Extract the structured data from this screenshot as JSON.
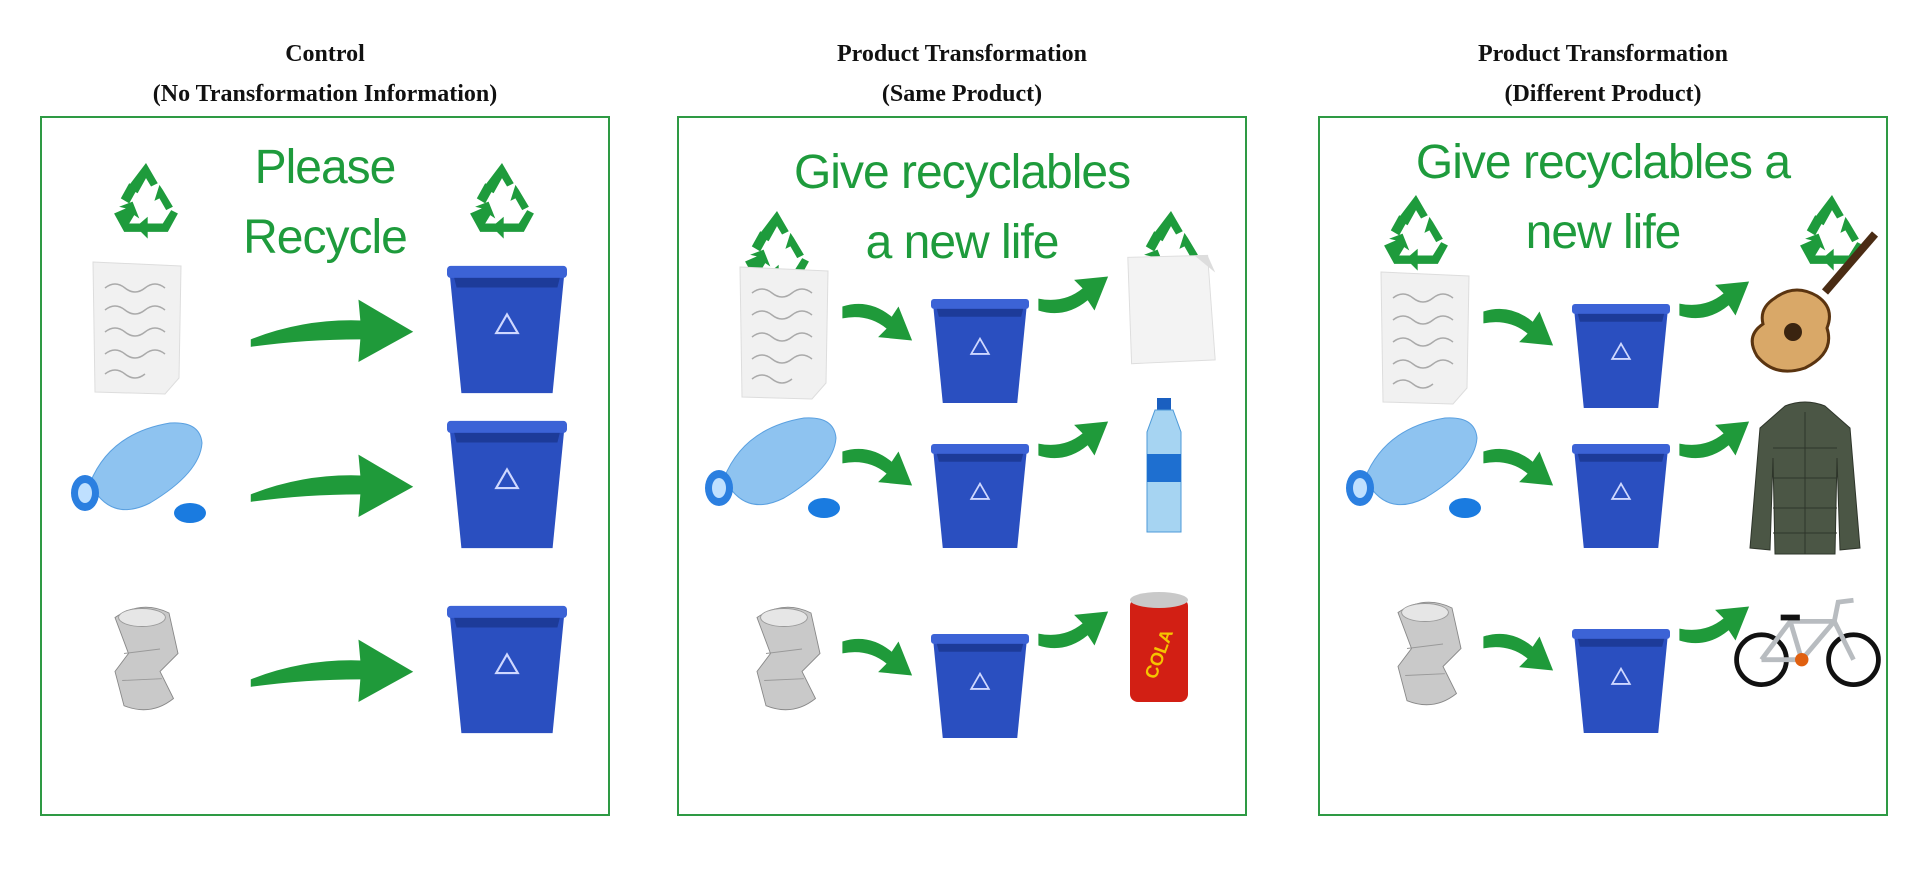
{
  "colors": {
    "green": "#1e9b3c",
    "border": "#2e9a44",
    "bin": "#2a4fc0",
    "arrow": "#1f9a3a"
  },
  "conditions": [
    {
      "title_line1": "Control",
      "title_line2": "(No Transformation Information)",
      "heading_line1": "Please",
      "heading_line2": "Recycle",
      "rows": [
        {
          "item": "paper",
          "product": null
        },
        {
          "item": "plastic-bottle",
          "product": null
        },
        {
          "item": "crushed-can",
          "product": null
        }
      ]
    },
    {
      "title_line1": "Product Transformation",
      "title_line2": "(Same Product)",
      "heading_line1": "Give recyclables",
      "heading_line2": "a new life",
      "rows": [
        {
          "item": "paper",
          "product": "blank-paper"
        },
        {
          "item": "plastic-bottle",
          "product": "water-bottle"
        },
        {
          "item": "crushed-can",
          "product": "cola-can"
        }
      ]
    },
    {
      "title_line1": "Product Transformation",
      "title_line2": "(Different Product)",
      "heading_line1": "Give recyclables a",
      "heading_line2": "new life",
      "rows": [
        {
          "item": "paper",
          "product": "guitar"
        },
        {
          "item": "plastic-bottle",
          "product": "jacket"
        },
        {
          "item": "crushed-can",
          "product": "bicycle"
        }
      ]
    }
  ],
  "cola_label": "COLA"
}
